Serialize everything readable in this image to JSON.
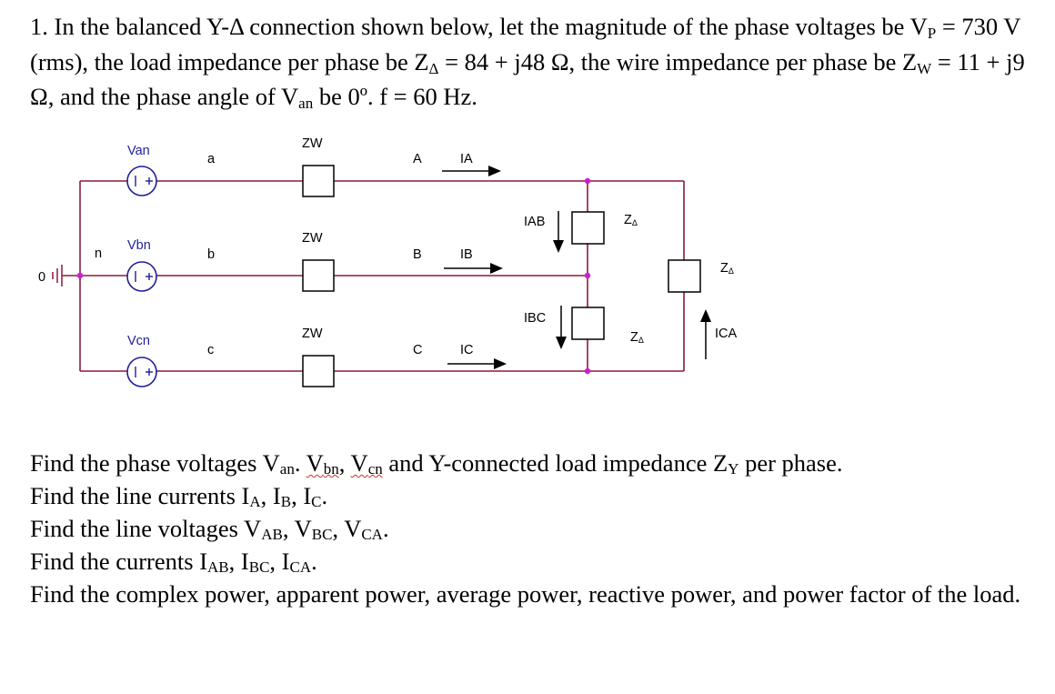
{
  "problem": {
    "p1": "1. In the balanced Y-Δ connection shown below, let the magnitude of the phase voltages be V",
    "s1": "P",
    "p2": " = 730 V (rms), the load impedance per phase be Z",
    "s2": "Δ",
    "p3": " = 84 + j48 Ω, the wire impedance per phase be Z",
    "s3": "W",
    "p4": " = 11 + j9 Ω, and the phase angle of V",
    "s4": "an",
    "p5": " be 0º. f = 60 Hz."
  },
  "circuit": {
    "ground": "0",
    "sources": [
      "Van",
      "Vbn",
      "Vcn"
    ],
    "neutral": "n",
    "line_nodes_source": [
      "a",
      "b",
      "c"
    ],
    "wire_impedances": [
      "ZW",
      "ZW",
      "ZW"
    ],
    "line_nodes_load": [
      "A",
      "B",
      "C"
    ],
    "line_currents": [
      "IA",
      "IB",
      "IC"
    ],
    "phase_currents": [
      "IAB",
      "IBC",
      "ICA"
    ],
    "load_label": "Z",
    "load_sub": "Δ",
    "colors": {
      "wire": "#8b1a3a",
      "node": "#d11ad1",
      "source": "#1f1f99"
    }
  },
  "questions": {
    "q1": {
      "t1": "Find the phase voltages V",
      "s1": "an",
      "t2": ". ",
      "w1": "V",
      "ws1": "bn",
      "t3": ", ",
      "w2": "V",
      "ws2": "cn",
      "t4": " and Y-connected load impedance Z",
      "s2": "Y",
      "t5": " per phase."
    },
    "q2": {
      "t1": "Find the line currents I",
      "s1": "A",
      "t2": ", I",
      "s2": "B",
      "t3": ", I",
      "s3": "C",
      "t4": "."
    },
    "q3": {
      "t1": "Find the line voltages V",
      "s1": "AB",
      "t2": ", V",
      "s2": "BC",
      "t3": ", V",
      "s3": "CA",
      "t4": "."
    },
    "q4": {
      "t1": "Find the currents I",
      "s1": "AB",
      "t2": ", I",
      "s2": "BC",
      "t3": ", I",
      "s3": "CA",
      "t4": "."
    },
    "q5": {
      "t1": "Find the complex power, apparent power, average power, reactive power, and power factor of the load."
    }
  }
}
